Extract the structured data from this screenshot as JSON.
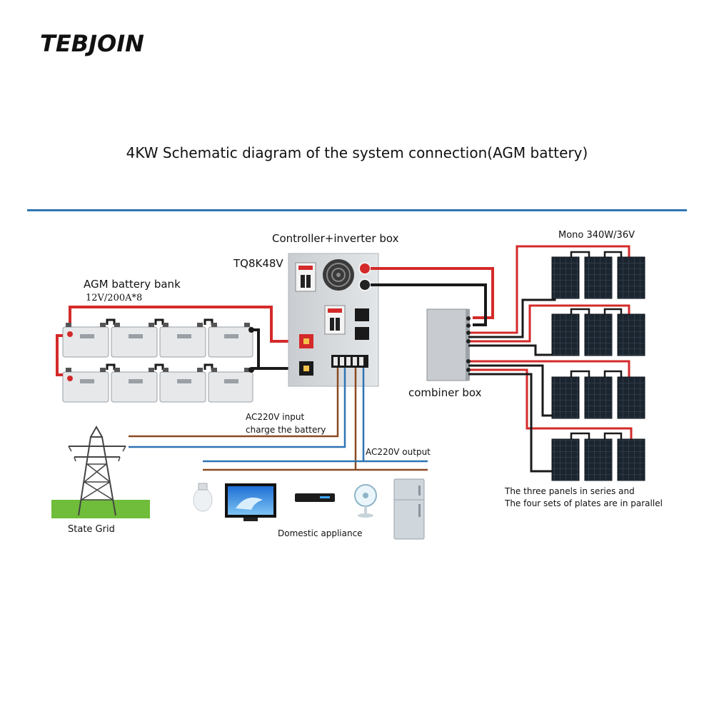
{
  "brand": {
    "logo_text": "TEBJOIN"
  },
  "title": "4KW Schematic diagram of the system connection(AGM battery)",
  "labels": {
    "inverter_box": "Controller+inverter box",
    "model": "TQ8K48V",
    "battery_bank": "AGM battery bank",
    "battery_spec": "12V/200A*8",
    "panels": "Mono 340W/36V",
    "combiner": "combiner box",
    "ac_input_line1": "AC220V input",
    "ac_input_line2": "charge the battery",
    "ac_output": "AC220V output",
    "state_grid": "State Grid",
    "domestic": "Domestic appliance",
    "note_series": "The three panels in series and",
    "note_parallel": "The four sets of plates are in parallel"
  },
  "colors": {
    "positive_wire": "#d42a2a",
    "negative_wire": "#1a1a1a",
    "ac_brown": "#8b4a22",
    "ac_blue": "#2f74b5",
    "rule": "#2f74b5",
    "panel": "#1b2530",
    "grass": "#6fbd3a"
  },
  "icons": [
    "battery-icon",
    "inverter-icon",
    "breaker-icon",
    "solar-panel-icon",
    "combiner-box-icon",
    "transmission-tower-icon",
    "light-bulb-icon",
    "tv-icon",
    "set-top-box-icon",
    "fan-icon",
    "fridge-icon"
  ]
}
